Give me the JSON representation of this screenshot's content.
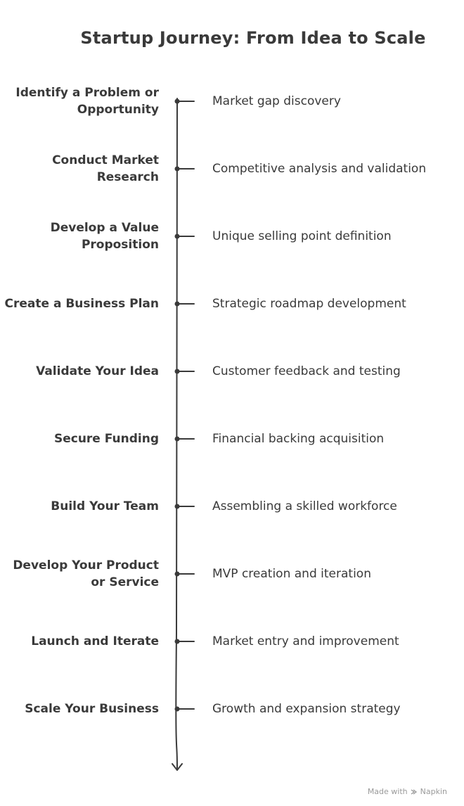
{
  "title": "Startup Journey: From Idea to Scale",
  "steps": [
    {
      "label": "Identify a Problem or Opportunity",
      "description": "Market gap discovery"
    },
    {
      "label": "Conduct Market Research",
      "description": "Competitive analysis and validation"
    },
    {
      "label": "Develop a Value Proposition",
      "description": "Unique selling point definition"
    },
    {
      "label": "Create a Business Plan",
      "description": "Strategic roadmap development"
    },
    {
      "label": "Validate Your Idea",
      "description": "Customer feedback and testing"
    },
    {
      "label": "Secure Funding",
      "description": "Financial backing acquisition"
    },
    {
      "label": "Build Your Team",
      "description": "Assembling a skilled workforce"
    },
    {
      "label": "Develop Your Product or Service",
      "description": "MVP creation and iteration"
    },
    {
      "label": "Launch and Iterate",
      "description": "Market entry and improvement"
    },
    {
      "label": "Scale Your Business",
      "description": "Growth and expansion strategy"
    }
  ],
  "footer": {
    "prefix": "Made with",
    "brand": "Napkin"
  },
  "colors": {
    "text": "#3a3a3a",
    "line": "#3a3a3a",
    "footer": "#9a9a9a"
  }
}
